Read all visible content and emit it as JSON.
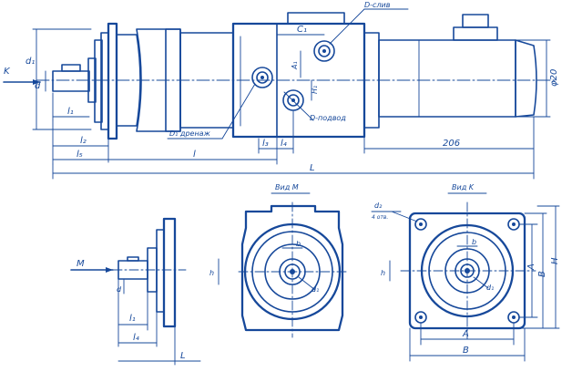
{
  "main_view": {
    "arrow_k": "K",
    "dim_d1": "d₁",
    "dim_d": "d",
    "dim_l1": "l₁",
    "dim_l2": "l₂",
    "dim_l5": "l₅",
    "dim_l": "l",
    "dim_l3": "l₃",
    "dim_l4": "l₄",
    "dim_c1": "C₁",
    "dim_a1": "A₁",
    "dim_h1": "H₁",
    "dim_206": "206",
    "dim_L": "L",
    "dim_d20": "φ20",
    "label_drain": "D-слив",
    "label_inlet": "D-подвод",
    "label_drainage": "D₁ дренаж"
  },
  "side_view": {
    "arrow_m": "M",
    "dim_d": "d",
    "dim_l1": "l₁",
    "dim_l4": "l₄",
    "dim_L": "L"
  },
  "view_m": {
    "title": "Вид M",
    "dim_b": "b",
    "dim_h": "h",
    "dim_d1": "d₁"
  },
  "view_k": {
    "title": "Вид K",
    "dim_d2": "d₂",
    "dim_d2_note": "4 отв.",
    "dim_b": "b",
    "dim_h": "h",
    "dim_d1": "d₁",
    "dim_A_h": "A",
    "dim_B_h": "B",
    "dim_A_v": "A",
    "dim_B_v": "B",
    "dim_H": "H"
  }
}
